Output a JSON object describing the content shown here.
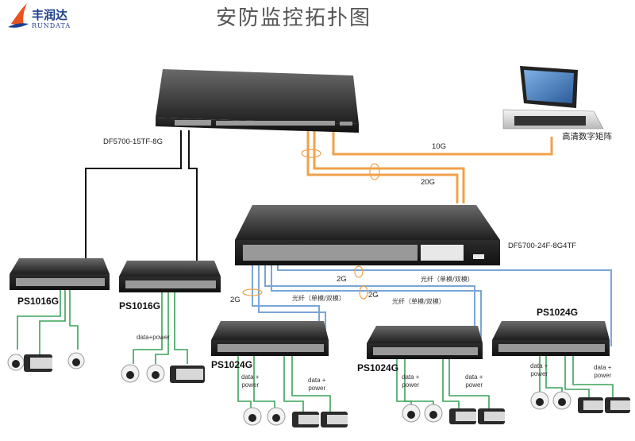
{
  "brand": {
    "name_cn": "丰润达",
    "name_en": "RUNDATA",
    "primary": "#1d3f8f",
    "accent": "#e8541e"
  },
  "title": "安防监控拓扑图",
  "devices": {
    "core_switch": "DF5700-15TF-8G",
    "agg_switch": "DF5700-24F-8G4TF",
    "matrix": "高清数字矩阵",
    "edge1": "PS1016G",
    "edge2": "PS1016G",
    "edge3": "PS1024G",
    "edge4": "PS1024G",
    "edge5": "PS1024G"
  },
  "links": {
    "l10g": "10G",
    "l20g": "20G",
    "l2g_a": "2G",
    "l2g_b": "2G",
    "l2g_c": "2G",
    "fiber_a": "光纤（单模/双模）",
    "fiber_b": "光纤（单模/双模）",
    "fiber_c": "光纤（单模/双模）"
  },
  "poe": {
    "p2": "data+power",
    "p3a_1": "data +",
    "p3a_2": "power",
    "p3b_1": "data +",
    "p3b_2": "power",
    "p4a_1": "data +",
    "p4a_2": "power",
    "p4b_1": "data +",
    "p4b_2": "power",
    "p5a_1": "data +",
    "p5a_2": "power",
    "p5b_1": "data +",
    "p5b_2": "power"
  },
  "colors": {
    "fiber_orange": "#f0a24a",
    "copper_black": "#111111",
    "fiber_blue": "#7aa6d6",
    "poe_green": "#3aa35a"
  }
}
